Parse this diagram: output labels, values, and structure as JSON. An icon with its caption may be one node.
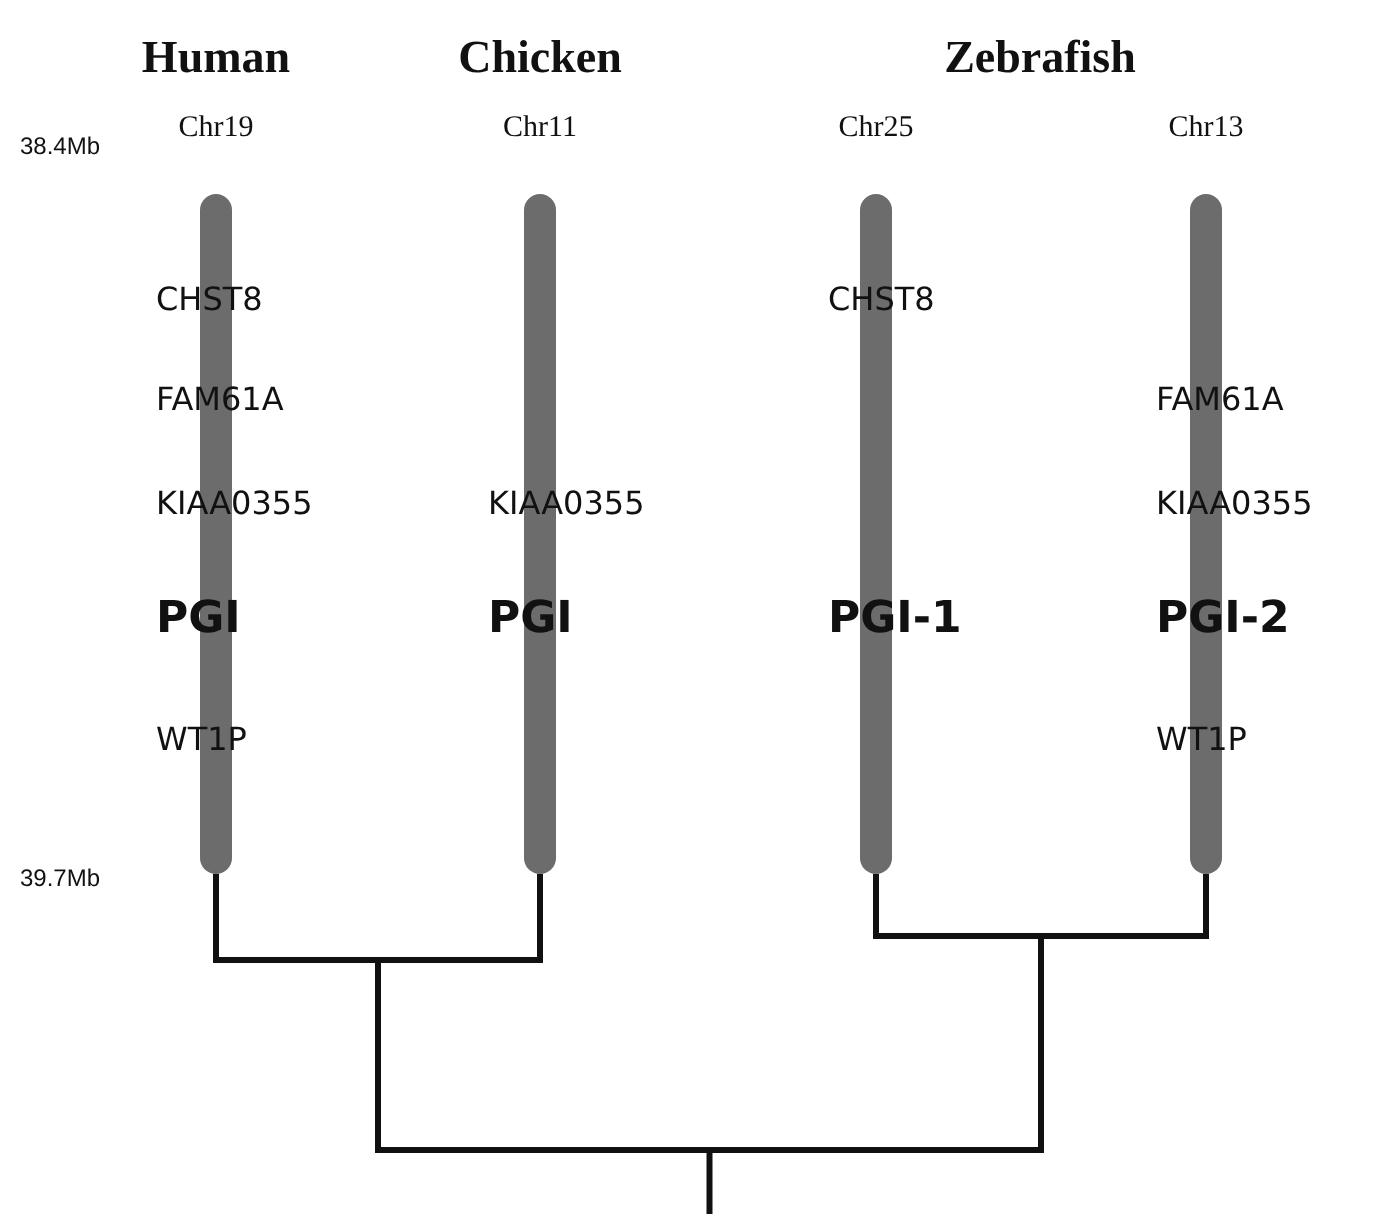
{
  "diagram": {
    "nodes": [
      {
        "text": [
          "CHST8",
          "FAM61A",
          "KIAA0355",
          "PGI",
          "WT1P"
        ]
      },
      {
        "text": [
          "KIAA0355",
          "PGI"
        ]
      },
      {
        "text": [
          "CHST8",
          "PGI-1"
        ]
      },
      {
        "text": [
          "FAM61A",
          "KIAA0355",
          "PGI-2",
          "WT1P"
        ]
      }
    ],
    "edges": [
      {
        "from": 0,
        "to": 1,
        "arrow": "none"
      },
      {
        "from": 2,
        "to": 3,
        "arrow": "none"
      }
    ],
    "labels": [
      "Human",
      "Chicken",
      "Zebrafish",
      "Chr19",
      "Chr11",
      "Chr25",
      "Chr13",
      "38.4Mb",
      "39.7Mb"
    ]
  }
}
